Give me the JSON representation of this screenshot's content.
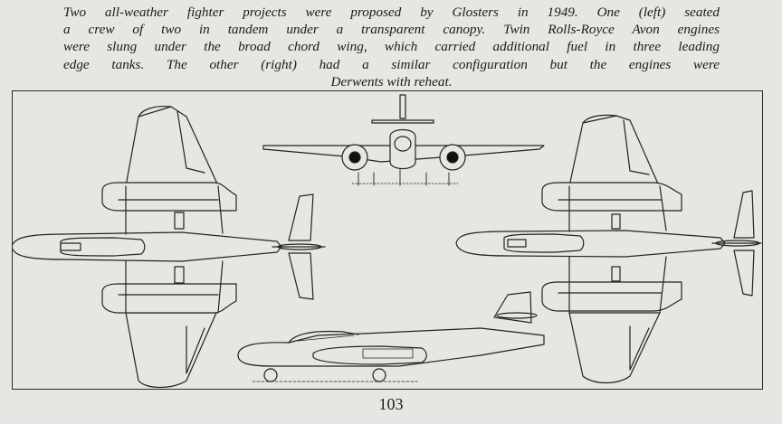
{
  "caption": {
    "lines": [
      "Two all-weather fighter projects were proposed by Glosters in 1949. One (left) seated",
      "a crew of two in tandem under a transparent canopy. Twin Rolls-Royce Avon engines",
      "were slung under the broad chord wing, which carried additional fuel in three leading",
      "edge tanks. The other (right) had a similar configuration but the engines were",
      "Derwents with reheat."
    ]
  },
  "page_number": "103",
  "colors": {
    "paper": "#e6e6e2",
    "ink": "#1b1b1b"
  }
}
